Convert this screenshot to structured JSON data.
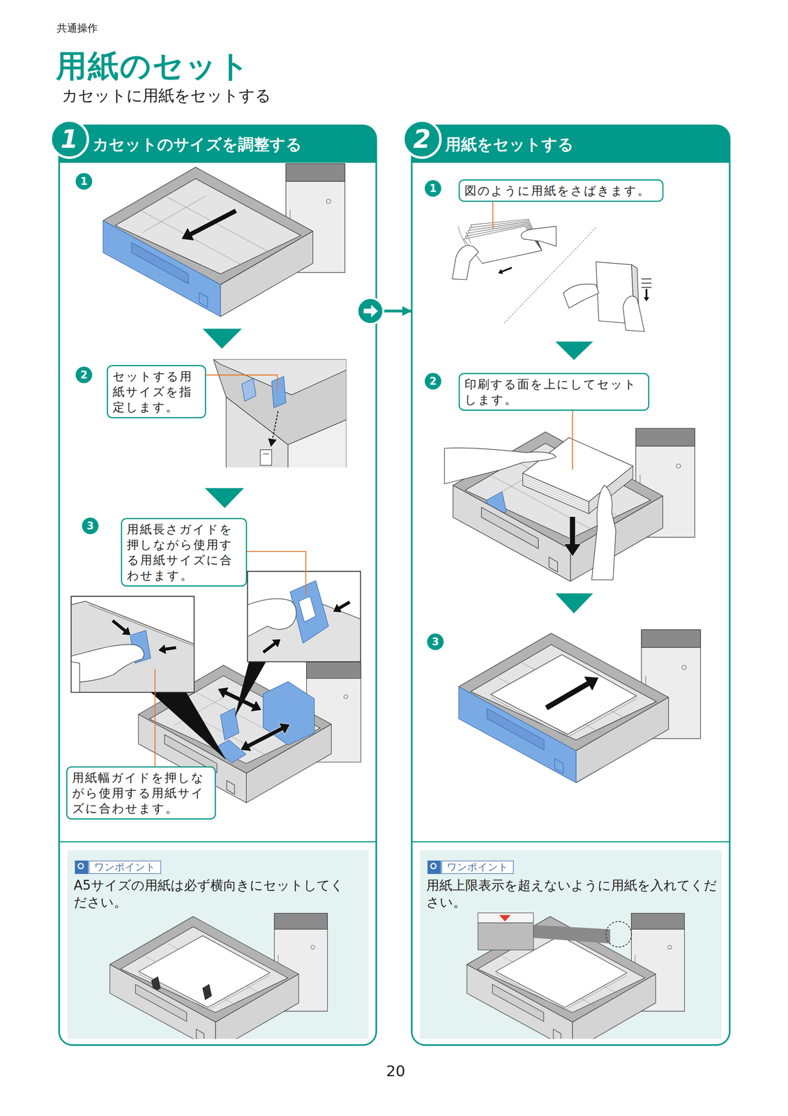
{
  "diagram": {
    "title": "用紙のセット",
    "nodes": [
      {
        "text": [
          "1",
          "カセットのサイズを調整する"
        ]
      },
      {
        "text": [
          "1"
        ],
        "in": 0
      },
      {
        "text": [
          "2"
        ],
        "in": 0
      },
      {
        "text": [
          "セットする用紙サイズを指定します。"
        ],
        "in": 0
      },
      {
        "text": [
          "3"
        ],
        "in": 0
      },
      {
        "text": [
          "用紙長さガイドを押しながら使用する用紙サイズに合わせます。"
        ],
        "in": 0
      },
      {
        "text": [
          "用紙幅ガイドを押しながら使用する用紙サイズに合わせます。"
        ],
        "in": 0
      },
      {
        "text": [
          "ワンポイント",
          "A5サイズの用紙は必ず横向きにセットしてください。"
        ],
        "in": 0
      },
      {
        "text": [
          "2",
          "用紙をセットする"
        ]
      },
      {
        "text": [
          "1"
        ],
        "in": 8
      },
      {
        "text": [
          "図のように用紙をさばきます。"
        ],
        "in": 8
      },
      {
        "text": [
          "2"
        ],
        "in": 8
      },
      {
        "text": [
          "印刷する面を上にしてセットします。"
        ],
        "in": 8
      },
      {
        "text": [
          "3"
        ],
        "in": 8
      },
      {
        "text": [
          "ワンポイント",
          "用紙上限表示を超えないように用紙を入れてください。"
        ],
        "in": 8
      }
    ],
    "edges": [
      {
        "from": 0,
        "to": 8,
        "arrow": "to"
      }
    ],
    "labels": [
      "共通操作",
      "カセットに用紙をセットする",
      "20"
    ]
  }
}
